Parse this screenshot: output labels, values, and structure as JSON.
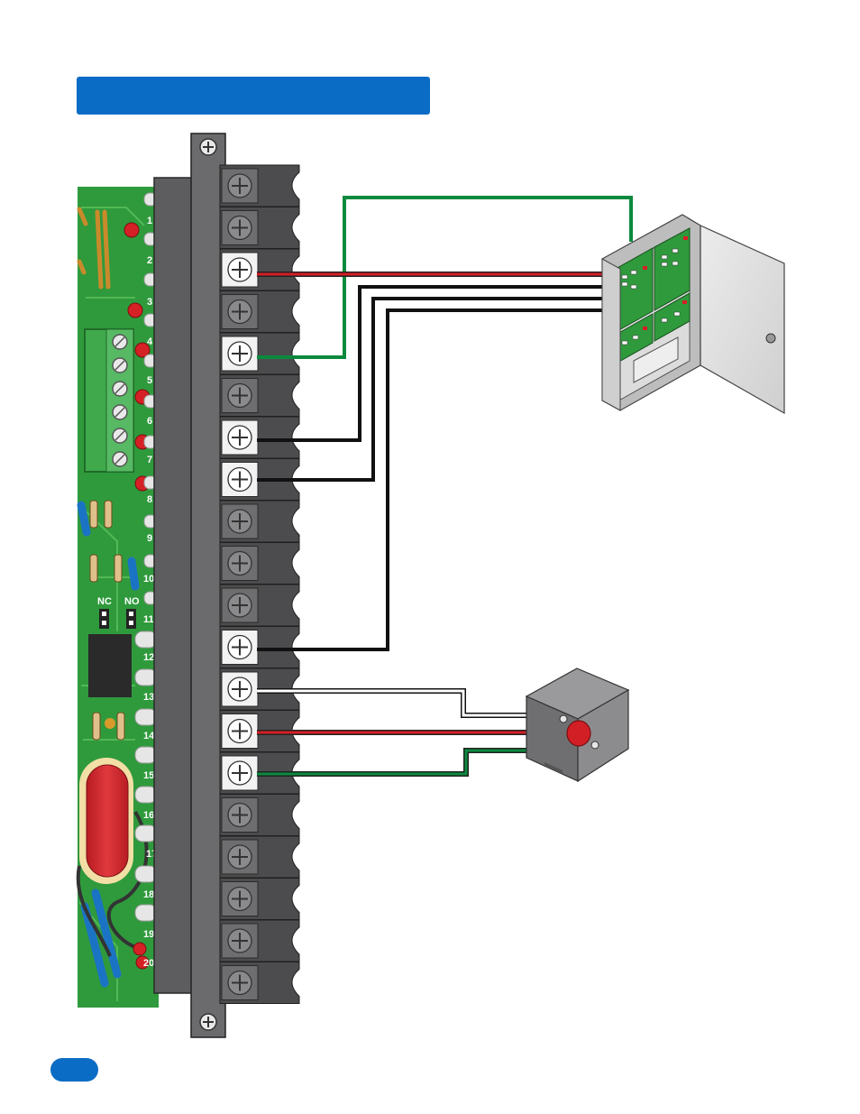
{
  "page": {
    "title_bar_text": "",
    "page_number": ""
  },
  "board": {
    "terminal_numbers": [
      "1",
      "2",
      "3",
      "4",
      "5",
      "6",
      "7",
      "8",
      "9",
      "10",
      "11",
      "12",
      "13",
      "14",
      "15",
      "16",
      "17",
      "18",
      "19",
      "20"
    ],
    "jumper_nc_label": "NC",
    "jumper_no_label": "NO"
  },
  "colors": {
    "accent_blue": "#0a6cc4",
    "pcb_green": "#2f9a3c",
    "wire_red": "#d21f26",
    "wire_green": "#0b8a3e",
    "wire_black": "#111111",
    "terminal_dark": "#6b6b6d"
  },
  "icons": [
    "screw-icon",
    "push-button-icon",
    "control-panel-icon"
  ]
}
